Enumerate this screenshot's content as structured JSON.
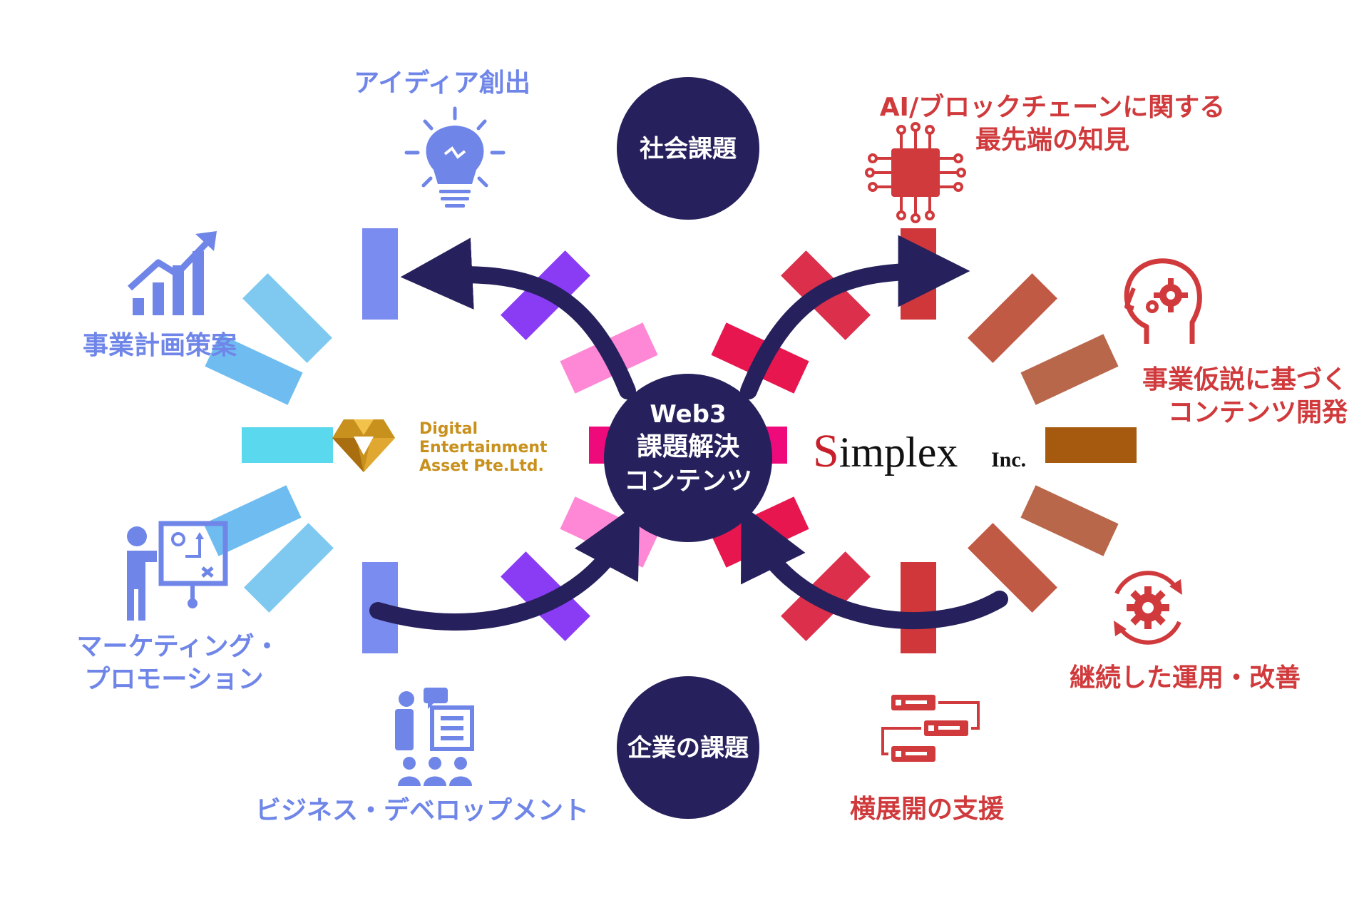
{
  "center": {
    "line1": "Web3",
    "line2": "課題解決",
    "line3": "コンテンツ"
  },
  "top_circle": {
    "label": "社会課題"
  },
  "bottom_circle": {
    "label": "企業の課題"
  },
  "left_company": {
    "line1": "Digital",
    "line2": "Entertainment",
    "line3": "Asset Pte.Ltd."
  },
  "right_company": {
    "name": "Simplex",
    "suffix": "Inc."
  },
  "left_items": {
    "idea": "アイディア創出",
    "plan": "事業計画策案",
    "marketing_line1": "マーケティング・",
    "marketing_line2": "プロモーション",
    "bizdev": "ビジネス・デベロップメント"
  },
  "right_items": {
    "ai_line1": "AI/ブロックチェーンに関する",
    "ai_line2": "最先端の知見",
    "hypothesis_line1": "事業仮説に基づく",
    "hypothesis_line2": "コンテンツ開発",
    "operation": "継続した運用・改善",
    "expansion": "横展開の支援"
  },
  "icons": {
    "idea": "lightbulb-icon",
    "plan": "growth-chart-icon",
    "marketing": "presenter-board-icon",
    "bizdev": "business-presentation-icon",
    "ai": "chip-icon",
    "hypothesis": "head-gear-icon",
    "operation": "gear-cycle-icon",
    "expansion": "flow-list-icon"
  },
  "colors": {
    "navy": "#26215c",
    "left_text": "#6f86e8",
    "right_text": "#d03a3c",
    "left_gold": "#c8901c",
    "right_simplex_s": "#c8202a"
  }
}
